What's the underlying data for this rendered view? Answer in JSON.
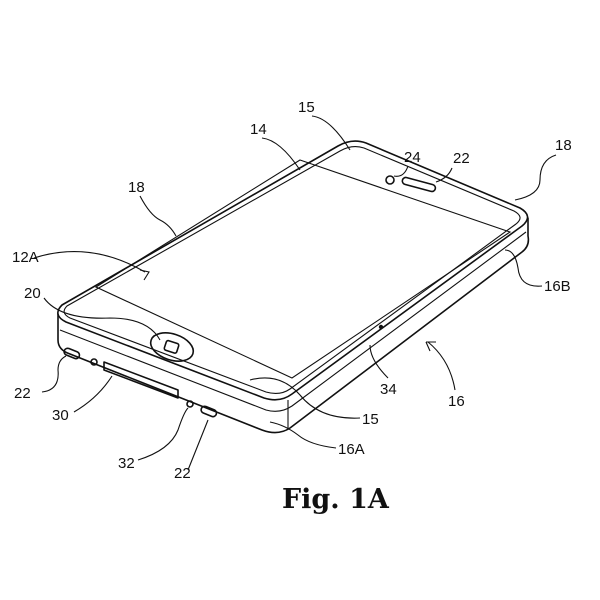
{
  "figure": {
    "caption": "Fig. 1A",
    "labels": {
      "l15_top": "15",
      "l24": "24",
      "l22_top": "22",
      "l18_right": "18",
      "l14": "14",
      "l18_left": "18",
      "l12A": "12A",
      "l20": "20",
      "l16B": "16B",
      "l22_left": "22",
      "l30": "30",
      "l32": "32",
      "l22_bottom": "22",
      "l16A": "16A",
      "l15_bottom": "15",
      "l34": "34",
      "l16": "16"
    }
  }
}
